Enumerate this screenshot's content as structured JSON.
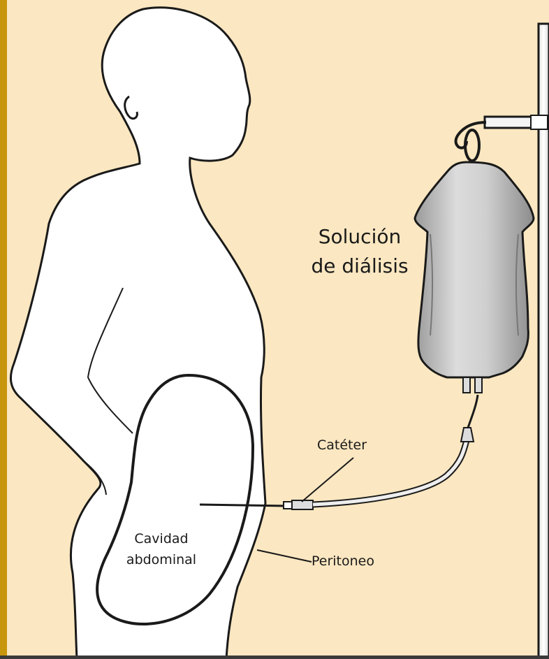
{
  "labels": {
    "solution_line1": "Solución",
    "solution_line2": "de diálisis",
    "catheter": "Catéter",
    "cavity_line1": "Cavidad",
    "cavity_line2": "abdominal",
    "peritoneum": "Peritoneo"
  },
  "colors": {
    "background": "#fbe7c1",
    "border_gold": "#c8960c",
    "figure_fill": "#ffffff",
    "outline": "#1a1a1a",
    "bag_fill": "#c9c9c9"
  }
}
